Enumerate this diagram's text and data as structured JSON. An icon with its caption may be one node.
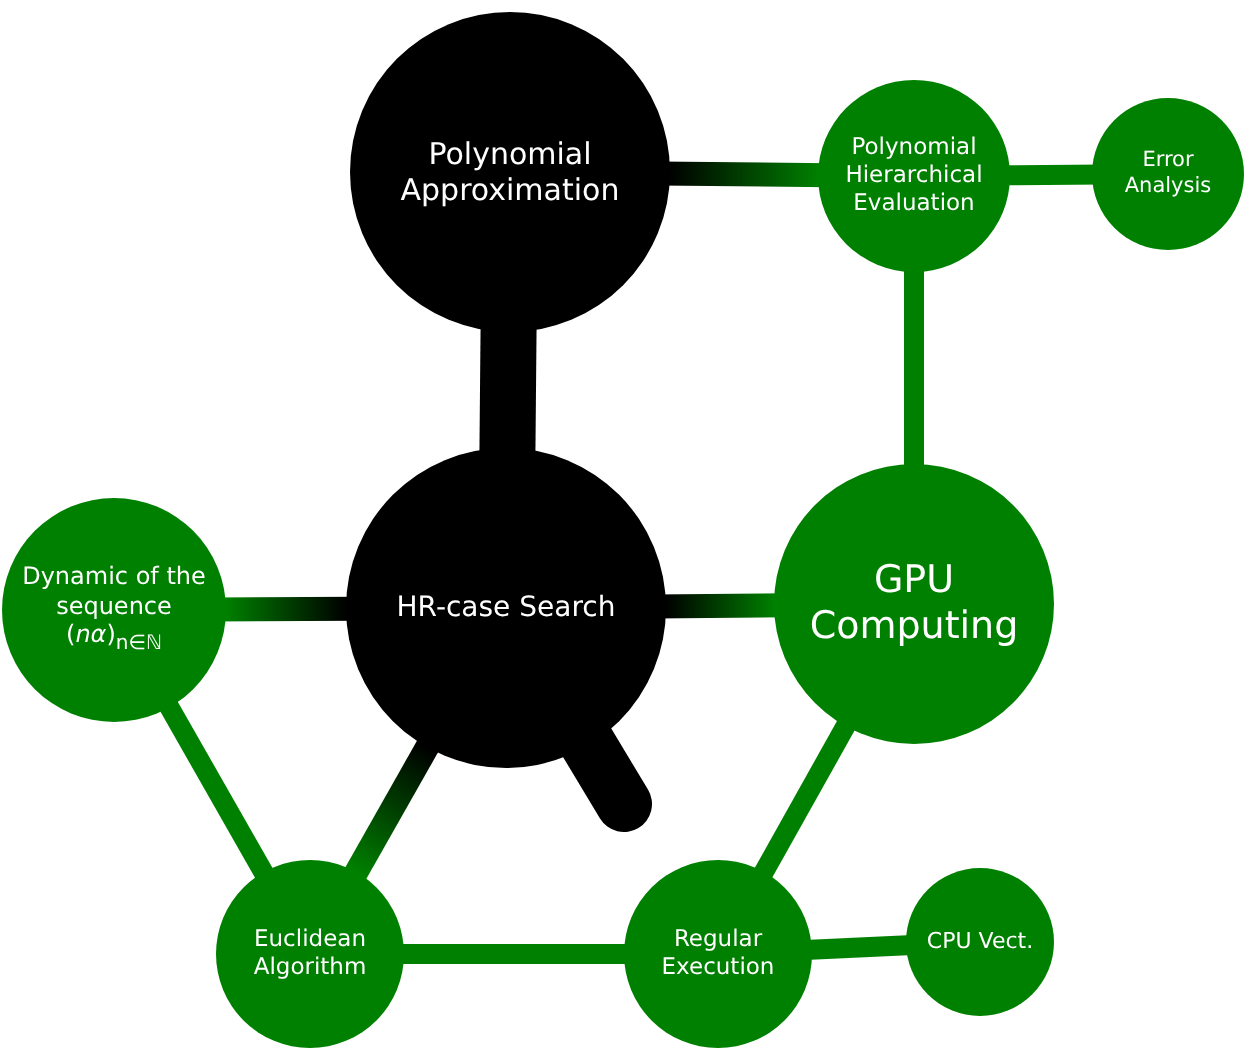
{
  "diagram": {
    "nodes": [
      {
        "text": [
          "Polynomial Approximation"
        ]
      },
      {
        "text": [
          "Polynomial Hierarchical Evaluation"
        ]
      },
      {
        "text": [
          "Error Analysis"
        ]
      },
      {
        "text": [
          "HR-case Search"
        ]
      },
      {
        "text": [
          "GPU Computing"
        ]
      },
      {
        "text": [
          "Dynamic of the sequence (*nα*)$_{n∈ℕ}$"
        ]
      },
      {
        "text": [
          "Euclidean Algorithm"
        ]
      },
      {
        "text": [
          "Regular Execution"
        ]
      },
      {
        "text": [
          "CPU Vect."
        ]
      }
    ],
    "edges": [
      {
        "from": 0,
        "to": 1,
        "arrow": "none"
      },
      {
        "from": 1,
        "to": 2,
        "arrow": "none"
      },
      {
        "from": 0,
        "to": 3,
        "arrow": "none"
      },
      {
        "from": 1,
        "to": 4,
        "arrow": "none"
      },
      {
        "from": 3,
        "to": 4,
        "arrow": "none"
      },
      {
        "from": 3,
        "to": 5,
        "arrow": "none"
      },
      {
        "from": 5,
        "to": 6,
        "arrow": "none"
      },
      {
        "from": 3,
        "to": 6,
        "arrow": "none"
      },
      {
        "from": 6,
        "to": 7,
        "arrow": "none"
      },
      {
        "from": 7,
        "to": 4,
        "arrow": "none"
      },
      {
        "from": 7,
        "to": 8,
        "arrow": "none"
      },
      {
        "from": 3,
        "to": null,
        "arrow": "none"
      }
    ]
  }
}
